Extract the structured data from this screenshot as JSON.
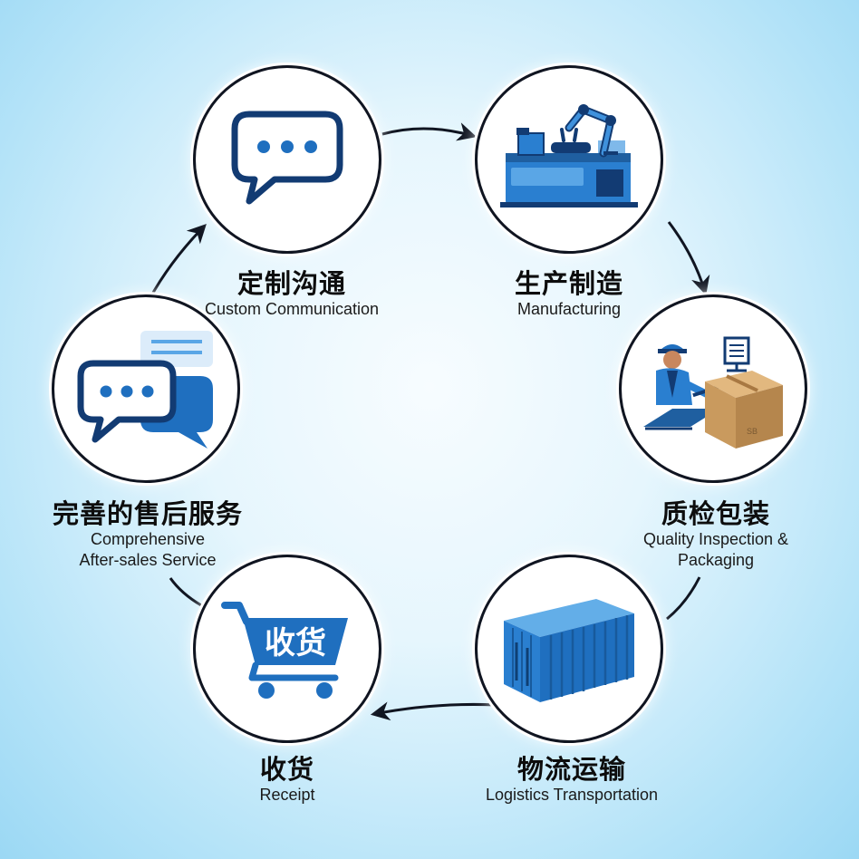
{
  "steps": [
    {
      "id": "custom-communication",
      "zh": "定制沟通",
      "en": [
        "Custom Communication"
      ],
      "icon": "chat-bubble-icon"
    },
    {
      "id": "manufacturing",
      "zh": "生产制造",
      "en": [
        "Manufacturing"
      ],
      "icon": "factory-robot-arm-icon"
    },
    {
      "id": "quality-inspection",
      "zh": "质检包装",
      "en": [
        "Quality Inspection &",
        "Packaging"
      ],
      "icon": "worker-package-icon"
    },
    {
      "id": "logistics",
      "zh": "物流运输",
      "en": [
        "Logistics Transportation"
      ],
      "icon": "shipping-container-icon"
    },
    {
      "id": "receipt",
      "zh": "收货",
      "en": [
        "Receipt"
      ],
      "icon": "shopping-cart-icon"
    },
    {
      "id": "after-sales",
      "zh": "完善的售后服务",
      "en": [
        "Comprehensive",
        "After-sales Service"
      ],
      "icon": "chat-bubbles-icon"
    }
  ],
  "cart_text": "收货",
  "box_mark": "SB",
  "colors": {
    "primary": "#1f6fbf",
    "dark": "#123b73",
    "outline": "#101521",
    "box": "#c99a5e"
  }
}
